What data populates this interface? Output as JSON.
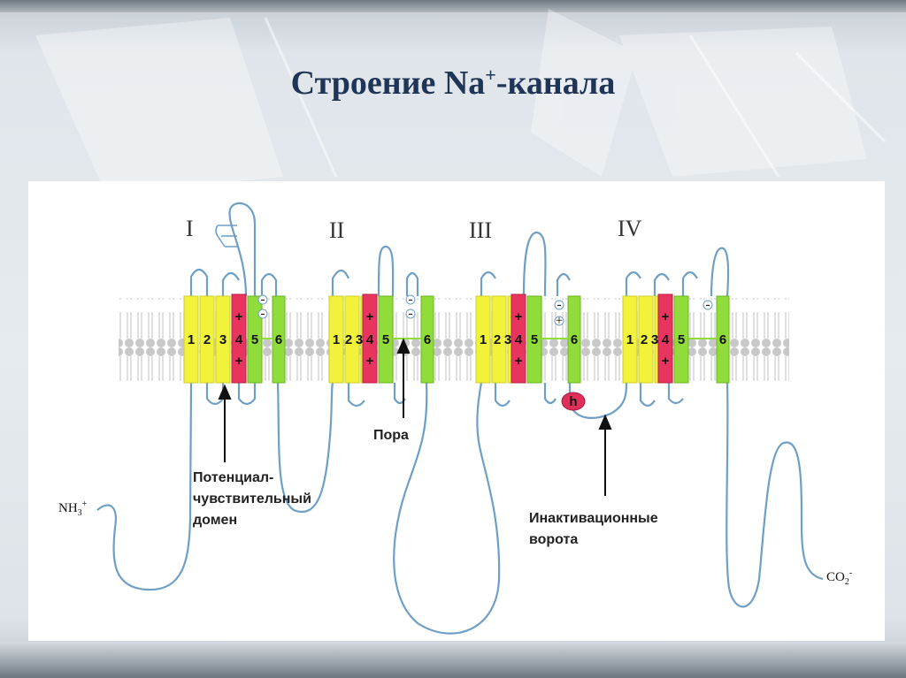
{
  "title": {
    "text": "Строение Na",
    "sup": "+",
    "suffix": "-канала"
  },
  "domains": [
    {
      "numeral": "I"
    },
    {
      "numeral": "II"
    },
    {
      "numeral": "III"
    },
    {
      "numeral": "IV"
    }
  ],
  "segments": {
    "s1": "1",
    "s2": "2",
    "s3": "3",
    "s4": "4",
    "s5": "5",
    "s6": "6",
    "plus": "+",
    "minus": "-"
  },
  "labels": {
    "pore": "Пора",
    "voltage_sensor_line1": "Потенциал-",
    "voltage_sensor_line2": "чувствительный",
    "voltage_sensor_line3": "домен",
    "inactivation_line1": "Инактивационные",
    "inactivation_line2": "ворота",
    "h": "h",
    "n_term_main": "NH",
    "n_term_sub": "3",
    "n_term_sup": "+",
    "c_term_main": "CO",
    "c_term_sub": "2",
    "c_term_sup": "-"
  },
  "colors": {
    "helix_yellow": "#f2f23a",
    "helix_green": "#8fdc3a",
    "helix_red": "#e8355f",
    "chain_blue": "#6e9fc6",
    "title": "#1f3557",
    "inactivation_gate": "#e0305a"
  }
}
